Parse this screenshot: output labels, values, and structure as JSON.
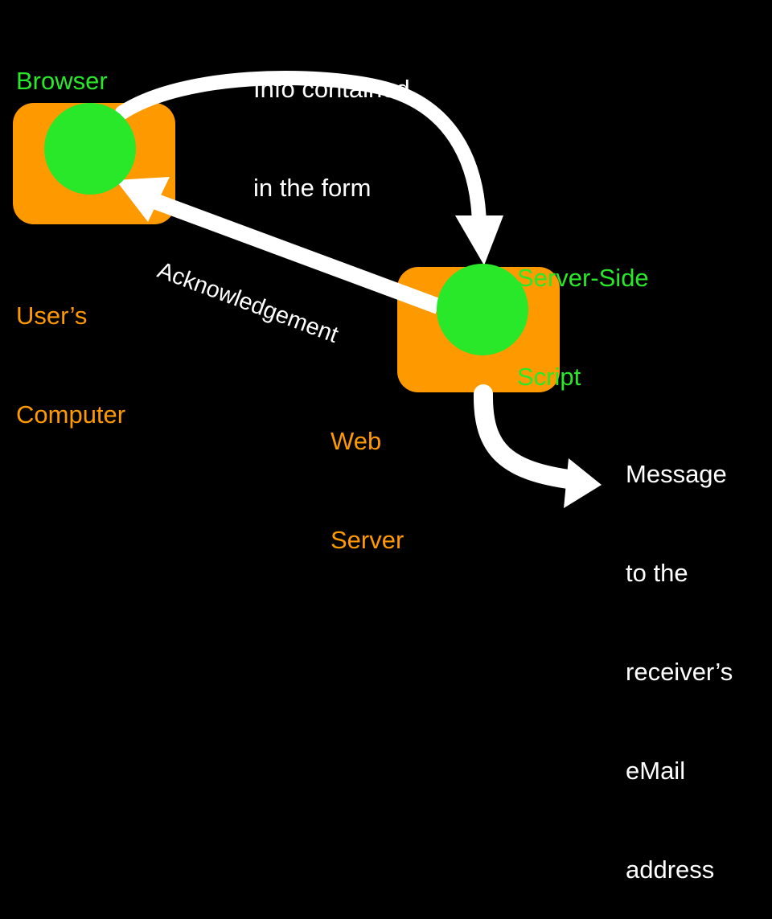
{
  "labels": {
    "browser": "Browser",
    "users_computer_line1": "User’s",
    "users_computer_line2": "Computer",
    "info_line1": "Info contained",
    "info_line2": "in the form",
    "server_script_line1": "Server-Side",
    "server_script_line2": "Script",
    "acknowledgement": "Acknowledgement",
    "web_server_line1": "Web",
    "web_server_line2": "Server",
    "message_line1": "Message",
    "message_line2": "to the",
    "message_line3": "receiver’s",
    "message_line4": "eMail",
    "message_line5": "address"
  },
  "colors": {
    "background": "#000000",
    "box": "#ff9900",
    "circle": "#29e829",
    "arrow": "#ffffff"
  }
}
